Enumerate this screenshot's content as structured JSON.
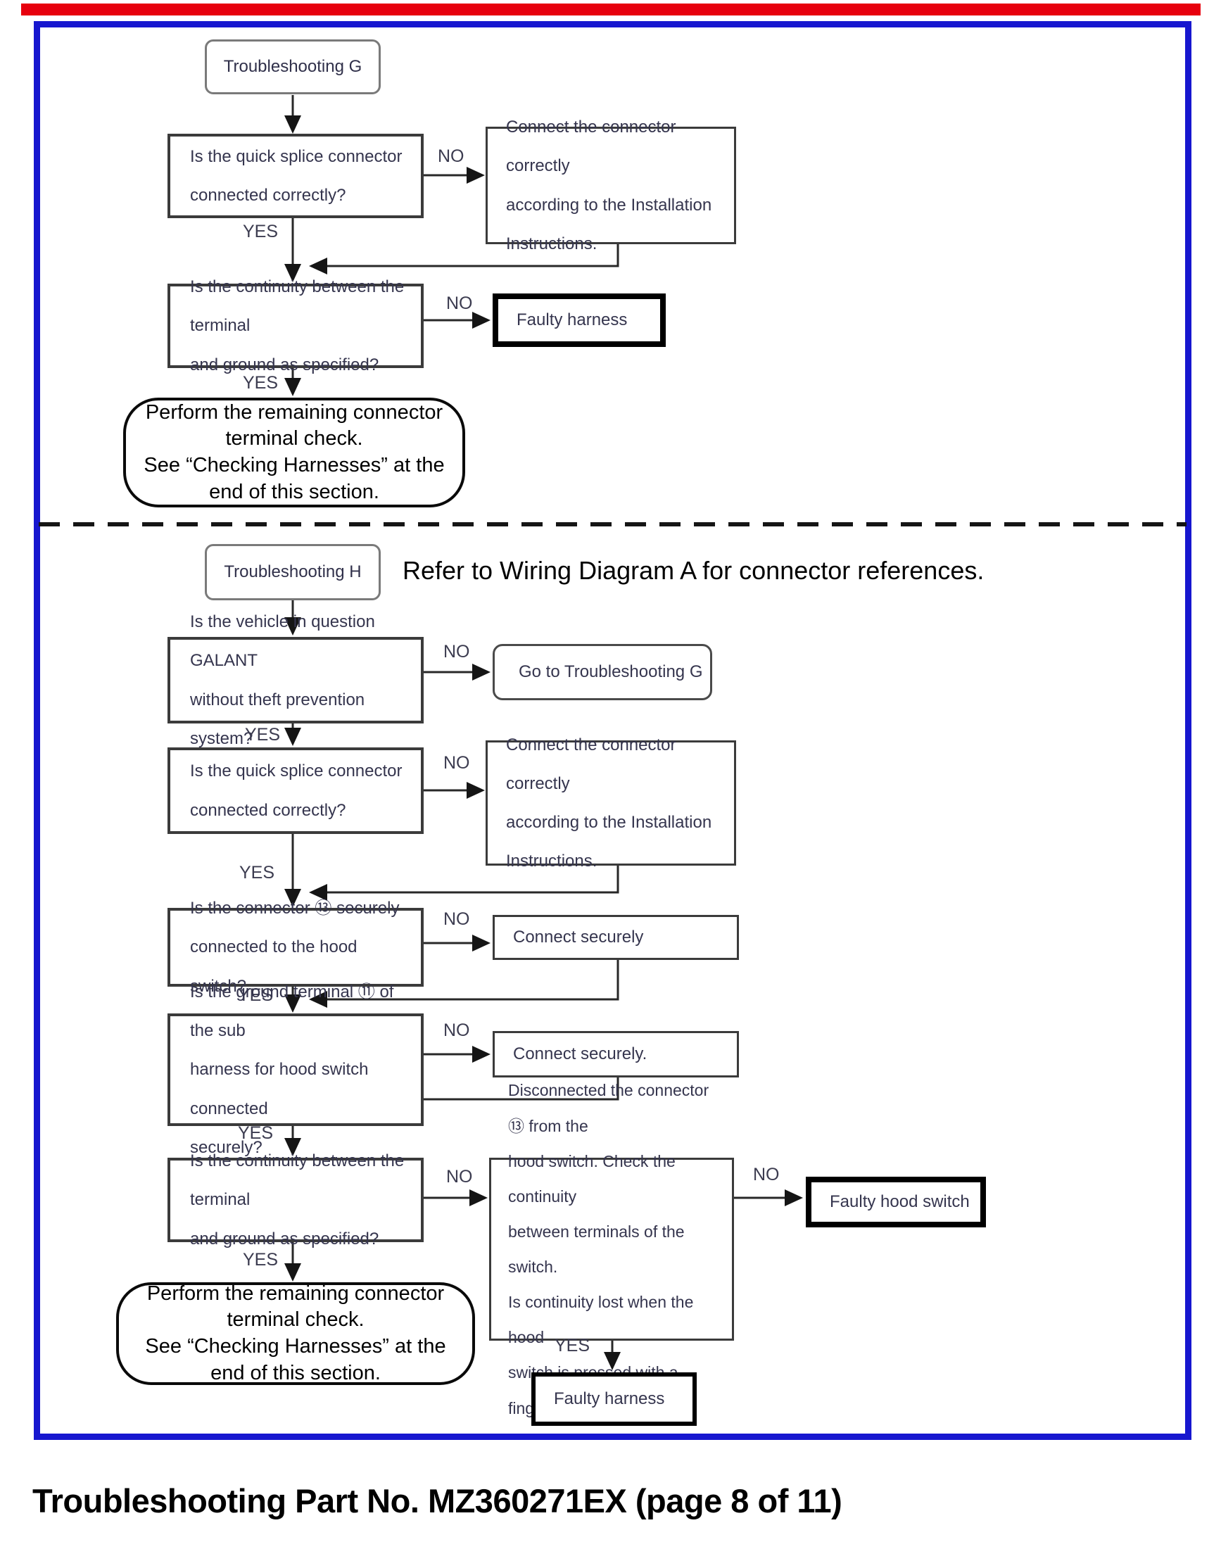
{
  "colors": {
    "top_bar_red": "#e7000e",
    "frame_blue": "#1717cf"
  },
  "caption": "Troubleshooting Part No. MZ360271EX (page 8 of 11)",
  "labels": {
    "yes": "YES",
    "no": "NO"
  },
  "section_g": {
    "start": "Troubleshooting G",
    "d1": "Is the quick splice connector\nconnected correctly?",
    "a1": "Connect the connector correctly\naccording to the Installation\nInstructions.",
    "d2": "Is the continuity between the terminal\nand ground as specified?",
    "f1": "Faulty harness",
    "end": "Perform the remaining connector\nterminal check.\nSee “Checking Harnesses” at the\nend of this section."
  },
  "section_h": {
    "start": "Troubleshooting H",
    "note": "Refer to Wiring Diagram A for connector references.",
    "d1": "Is the vehicle in question GALANT\nwithout theft prevention system?",
    "g1": "Go to Troubleshooting G",
    "d2": "Is the quick splice connector\nconnected correctly?",
    "a2": "Connect the connector correctly\naccording to the Installation\nInstructions.",
    "d3": "Is the connector ⑬ securely\nconnected to the hood switch?",
    "a3": "Connect securely",
    "d4": "Is the ground terminal ⑪ of the sub\nharness for hood switch connected\nsecurely?",
    "a4": "Connect securely.",
    "d5": "Is the continuity between the terminal\nand ground as specified?",
    "a5": "Disconnected the connector ⑬ from the\nhood switch. Check the continuity\nbetween terminals of the switch.\nIs continuity lost when the hood\nswitch is pressed with a finger?",
    "f1": "Faulty hood switch",
    "f2": "Faulty harness",
    "end": "Perform the remaining connector\nterminal check.\nSee “Checking Harnesses” at the\nend of this section."
  }
}
